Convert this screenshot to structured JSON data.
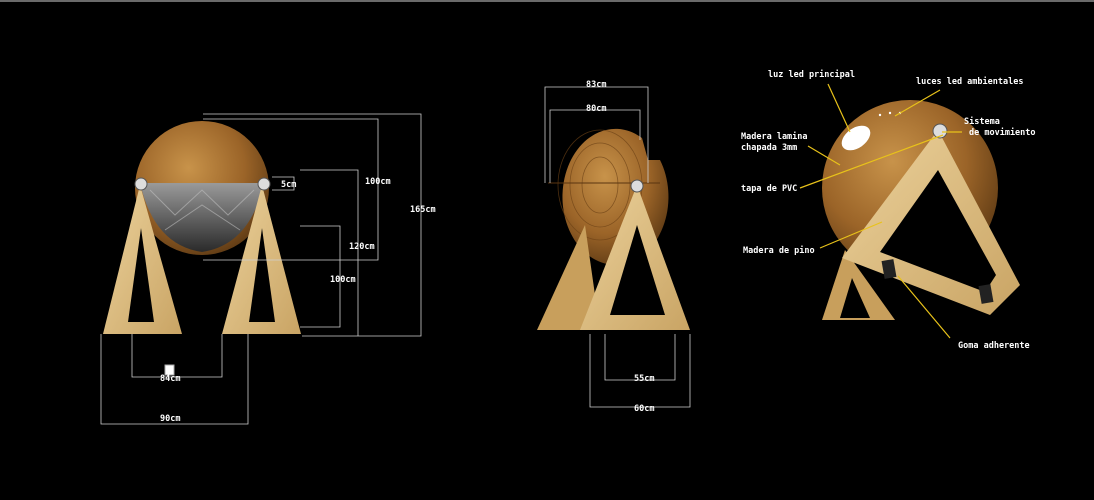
{
  "dimensions": {
    "front_height_total": "165cm",
    "front_sphere_top": "100cm",
    "front_sphere_mid": "120cm",
    "front_stand": "100cm",
    "front_gap": "5cm",
    "front_inner_width": "84cm",
    "front_outer_width": "90cm",
    "side_outer_top": "83cm",
    "side_inner_top": "80cm",
    "side_inner_base": "55cm",
    "side_outer_base": "60cm"
  },
  "labels": {
    "main_led": "luz led principal",
    "ambient_leds": "luces led ambientales",
    "wood_sheet_line1": "Madera lamina",
    "wood_sheet_line2": "chapada 3mm",
    "movement_line1": "Sistema",
    "movement_line2": "de movimiento",
    "pvc_cover": "tapa de PVC",
    "pine_wood": "Madera de pino",
    "rubber": "Goma adherente"
  },
  "colors": {
    "background": "#000000",
    "wood_dark": "#8a5a22",
    "wood_light": "#e2c48a",
    "dim_line": "#cfcfcf",
    "leader": "#e8c21a"
  }
}
